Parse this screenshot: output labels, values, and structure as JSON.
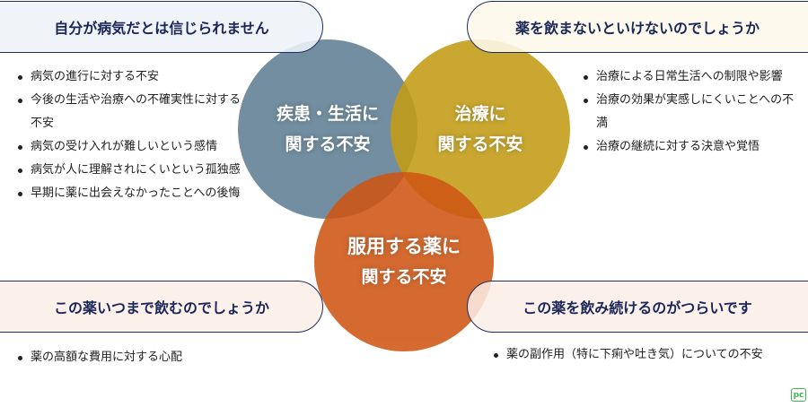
{
  "circles": [
    {
      "line1": "疾患・生活に",
      "line2": "関する不安",
      "color": "#5f7f93"
    },
    {
      "line1": "治療に",
      "line2": "関する不安",
      "color": "#c39c14"
    },
    {
      "line1": "服用する薬に",
      "line2": "関する不安",
      "color": "#cf5614"
    }
  ],
  "boxes": {
    "top_left": "自分が病気だとは信じられません",
    "top_right": "薬を飲まないといけないのでしょうか",
    "bottom_left": "この薬いつまで飲むのでしょうか",
    "bottom_right": "この薬を飲み続けるのがつらいです"
  },
  "lists": {
    "disease": [
      "病気の進行に対する不安",
      "今後の生活や治療への不確実性に対する不安",
      "病気の受け入れが難しいという感情",
      "病気が人に理解されにくいという孤独感",
      "早期に薬に出会えなかったことへの後悔"
    ],
    "treatment": [
      "治療による日常生活への制限や影響",
      "治療の効果が実感しにくいことへの不満",
      "治療の継続に対する決意や覚悟"
    ],
    "cost": [
      "薬の高額な費用に対する心配"
    ],
    "side_effects": [
      "薬の副作用（特に下痢や吐き気）についての不安"
    ]
  },
  "logo": "pc"
}
